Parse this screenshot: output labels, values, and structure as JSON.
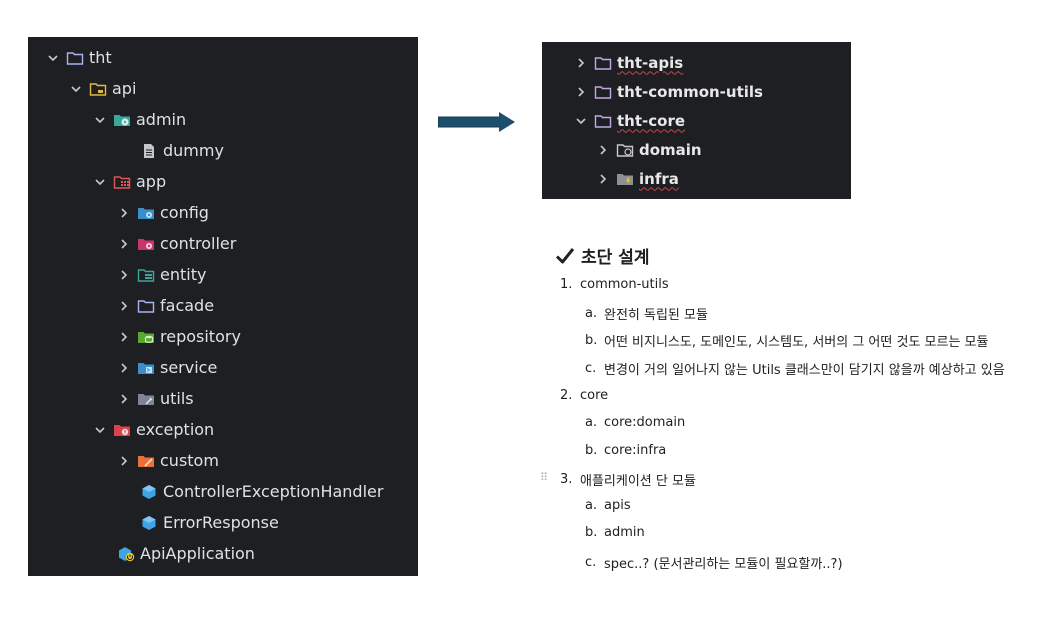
{
  "left_tree": {
    "items": [
      {
        "label": "tht",
        "expanded": true,
        "icon": "folder-icon"
      },
      {
        "label": "api",
        "expanded": true,
        "icon": "module-folder-icon"
      },
      {
        "label": "admin",
        "expanded": true,
        "icon": "admin-package-icon"
      },
      {
        "label": "dummy",
        "icon": "file-icon"
      },
      {
        "label": "app",
        "expanded": true,
        "icon": "app-package-icon"
      },
      {
        "label": "config",
        "expanded": false,
        "icon": "config-package-icon"
      },
      {
        "label": "controller",
        "expanded": false,
        "icon": "controller-package-icon"
      },
      {
        "label": "entity",
        "expanded": false,
        "icon": "entity-package-icon"
      },
      {
        "label": "facade",
        "expanded": false,
        "icon": "folder-icon"
      },
      {
        "label": "repository",
        "expanded": false,
        "icon": "repository-package-icon"
      },
      {
        "label": "service",
        "expanded": false,
        "icon": "service-package-icon"
      },
      {
        "label": "utils",
        "expanded": false,
        "icon": "utils-package-icon"
      },
      {
        "label": "exception",
        "expanded": true,
        "icon": "exception-package-icon"
      },
      {
        "label": "custom",
        "expanded": false,
        "icon": "custom-package-icon"
      },
      {
        "label": "ControllerExceptionHandler",
        "icon": "class-icon"
      },
      {
        "label": "ErrorResponse",
        "icon": "class-icon"
      },
      {
        "label": "ApiApplication",
        "icon": "spring-boot-class-icon"
      }
    ]
  },
  "right_tree": {
    "items": [
      {
        "label": "tht-apis",
        "expanded": false,
        "icon": "folder-icon"
      },
      {
        "label": "tht-common-utils",
        "expanded": false,
        "icon": "folder-icon"
      },
      {
        "label": "tht-core",
        "expanded": true,
        "icon": "folder-icon"
      },
      {
        "label": "domain",
        "expanded": false,
        "icon": "domain-folder-icon"
      },
      {
        "label": "infra",
        "expanded": false,
        "icon": "infra-folder-icon"
      }
    ]
  },
  "notes": {
    "title": "초단 설계",
    "items": [
      {
        "num": "1.",
        "label": "common-utils",
        "sub": [
          {
            "num": "a.",
            "label": "완전히 독립된 모듈"
          },
          {
            "num": "b.",
            "label": "어떤 비지니스도, 도메인도, 시스템도, 서버의 그 어떤 것도 모르는 모듈"
          },
          {
            "num": "c.",
            "label": "변경이 거의 일어나지 않는 Utils 클래스만이 담기지 않을까 예상하고 있음"
          }
        ]
      },
      {
        "num": "2.",
        "label": "core",
        "sub": [
          {
            "num": "a.",
            "label": "core:domain"
          },
          {
            "num": "b.",
            "label": "core:infra"
          }
        ]
      },
      {
        "num": "3.",
        "label": "애플리케이션 단 모듈",
        "sub": [
          {
            "num": "a.",
            "label": "apis"
          },
          {
            "num": "b.",
            "label": "admin"
          },
          {
            "num": "c.",
            "label": "spec..? (문서관리하는 모듈이 필요할까..?)"
          }
        ]
      }
    ]
  },
  "colors": {
    "panel_bg": "#1e1f22",
    "folder_outline": "#a6b4f0",
    "arrow": "#1d4e6e",
    "squiggle": "#c7474c"
  }
}
